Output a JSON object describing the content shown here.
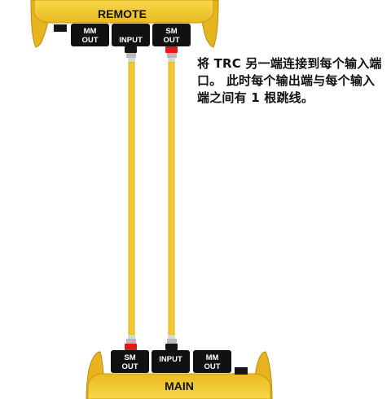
{
  "remote": {
    "title": "REMOTE",
    "ports": [
      {
        "id": "mm-out",
        "line1": "MM",
        "line2": "OUT"
      },
      {
        "id": "input",
        "line1": "INPUT",
        "line2": ""
      },
      {
        "id": "sm-out",
        "line1": "SM",
        "line2": "OUT"
      }
    ]
  },
  "main": {
    "title": "MAIN",
    "ports": [
      {
        "id": "sm-out",
        "line1": "SM",
        "line2": "OUT"
      },
      {
        "id": "input",
        "line1": "INPUT",
        "line2": ""
      },
      {
        "id": "mm-out",
        "line1": "MM",
        "line2": "OUT"
      }
    ]
  },
  "instruction": "将 TRC 另一端连接到每个输入端口。 此时每个输出端与每个输入端之间有 1 根跳线。",
  "colors": {
    "device_yellow": "#F4CC2E",
    "device_dark": "#C99A12",
    "port_black": "#111111",
    "cable_yellow": "#F5C931",
    "connector_red": "#E31818",
    "connector_black": "#151515",
    "boot_gray": "#B9B9B9"
  }
}
